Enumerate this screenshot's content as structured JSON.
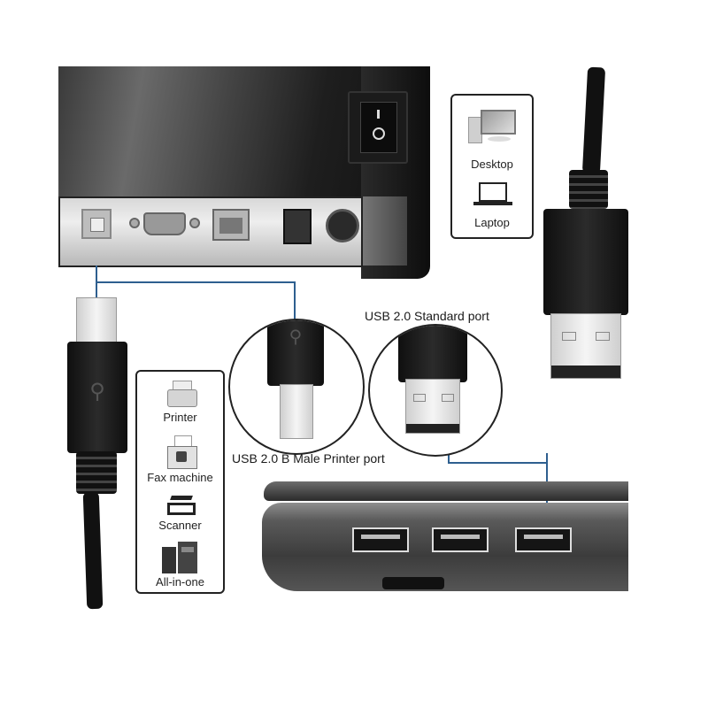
{
  "image": {
    "description": "USB 2.0 A-male to B-male printer cable product illustration",
    "background_color": "#ffffff",
    "accent_line_color": "#2e5f8f"
  },
  "printer": {
    "rear_ports": [
      "usb-b-port",
      "serial-db9-port",
      "ethernet-port",
      "rj11-port",
      "power-din-port"
    ],
    "power_switch": {
      "on_mark": "I",
      "off_mark": "O"
    }
  },
  "host_devices_panel": {
    "items": [
      {
        "label": "Desktop",
        "icon": "desktop-icon"
      },
      {
        "label": "Laptop",
        "icon": "laptop-icon"
      }
    ]
  },
  "printer_devices_panel": {
    "items": [
      {
        "label": "Printer",
        "icon": "printer-icon"
      },
      {
        "label": "Fax machine",
        "icon": "fax-machine-icon"
      },
      {
        "label": "Scanner",
        "icon": "scanner-icon"
      },
      {
        "label": "All-in-one",
        "icon": "all-in-one-icon"
      }
    ]
  },
  "callouts": {
    "usb_a": {
      "caption": "USB 2.0 Standard port"
    },
    "usb_b": {
      "caption": "USB 2.0 B Male Printer port"
    }
  },
  "laptop": {
    "usb_ports_count": 3,
    "usb_symbol": "⭠"
  },
  "symbols": {
    "usb_trident": "⚲"
  }
}
